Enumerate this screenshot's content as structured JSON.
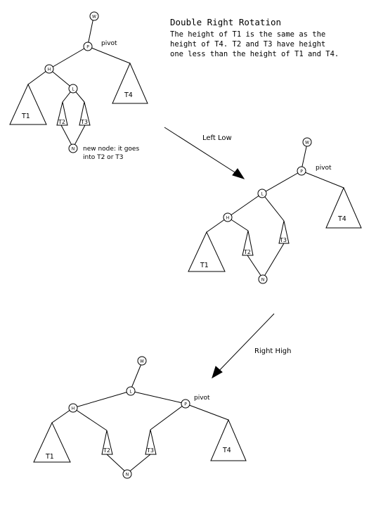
{
  "title": "Double Right Rotation",
  "description": [
    "The height of T1 is the same as the",
    "height of T4.  T2 and T3 have height",
    "one less than the height of T1 and T4."
  ],
  "steps": {
    "left_low": "Left Low",
    "right_high": "Right High"
  },
  "labels": {
    "pivot": "pivot",
    "new_node_note": [
      "new node: it goes",
      "into T2 or T3"
    ]
  },
  "nodes": {
    "W": "W",
    "P": "P",
    "H": "H",
    "L": "L",
    "N": "N"
  },
  "subtrees": {
    "T1": "T1",
    "T2": "T2",
    "T3": "T3",
    "T4": "T4"
  }
}
